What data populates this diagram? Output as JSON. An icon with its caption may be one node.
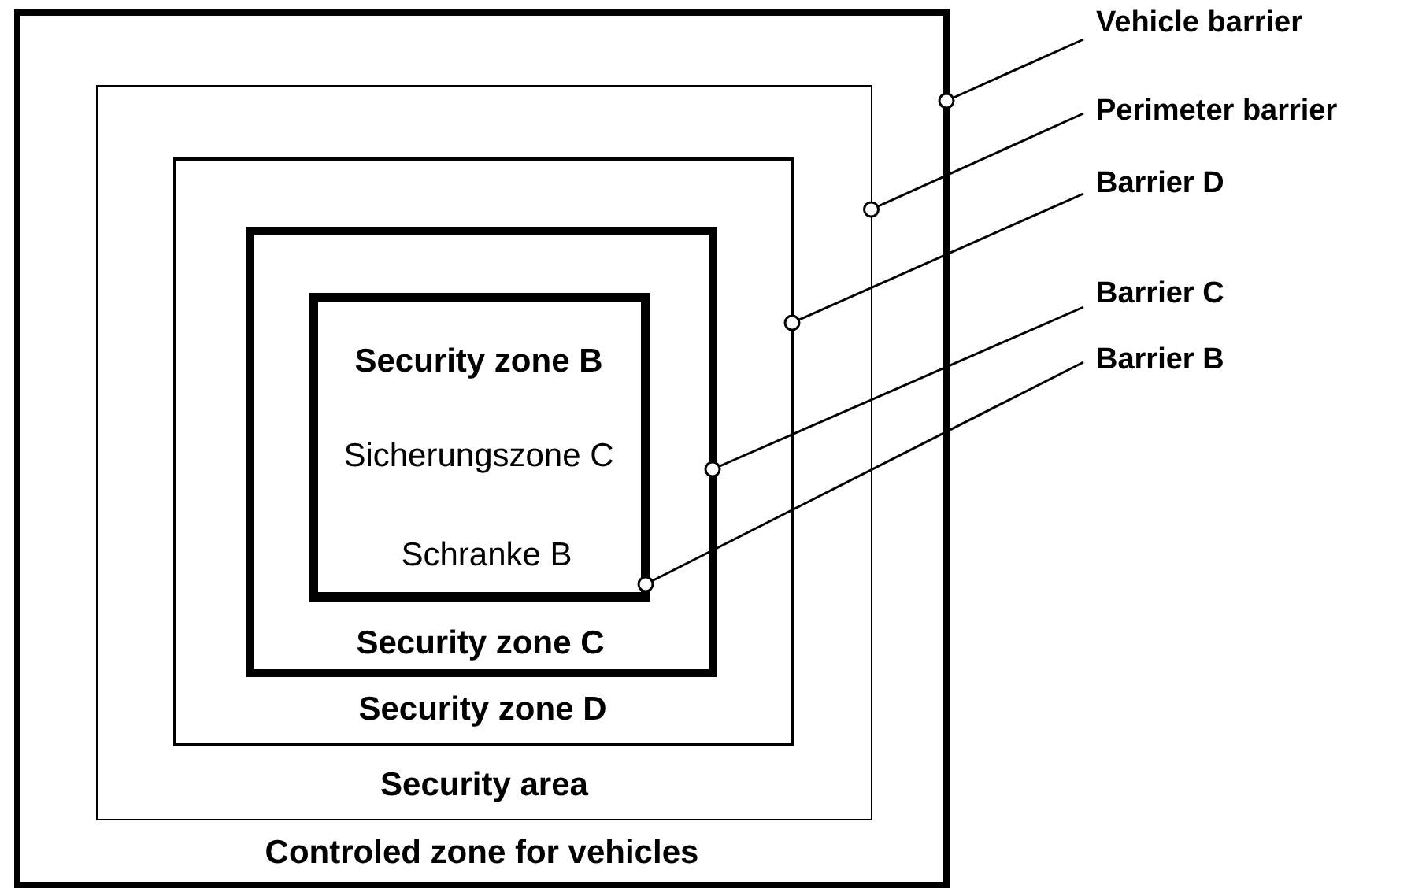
{
  "diagram": {
    "nodes": [
      {
        "text": [
          "Controled zone for vehicles"
        ]
      },
      {
        "text": [
          "Security area"
        ],
        "in": 0
      },
      {
        "text": [
          "Security zone D"
        ],
        "in": 1
      },
      {
        "text": [
          "Security zone C"
        ],
        "in": 2
      },
      {
        "text": [
          "Security zone B",
          "Sicherungszone C",
          "Schranke B"
        ],
        "in": 3
      },
      {
        "text": [
          "Vehicle barrier"
        ]
      },
      {
        "text": [
          "Perimeter barrier"
        ]
      },
      {
        "text": [
          "Barrier D"
        ]
      },
      {
        "text": [
          "Barrier C"
        ]
      },
      {
        "text": [
          "Barrier B"
        ]
      }
    ],
    "edges": [
      {
        "from": 5,
        "to": 0,
        "arrow": "other"
      },
      {
        "from": 6,
        "to": 1,
        "arrow": "other"
      },
      {
        "from": 7,
        "to": 2,
        "arrow": "other"
      },
      {
        "from": 8,
        "to": 3,
        "arrow": "other"
      },
      {
        "from": 9,
        "to": 4,
        "arrow": "other"
      }
    ]
  }
}
